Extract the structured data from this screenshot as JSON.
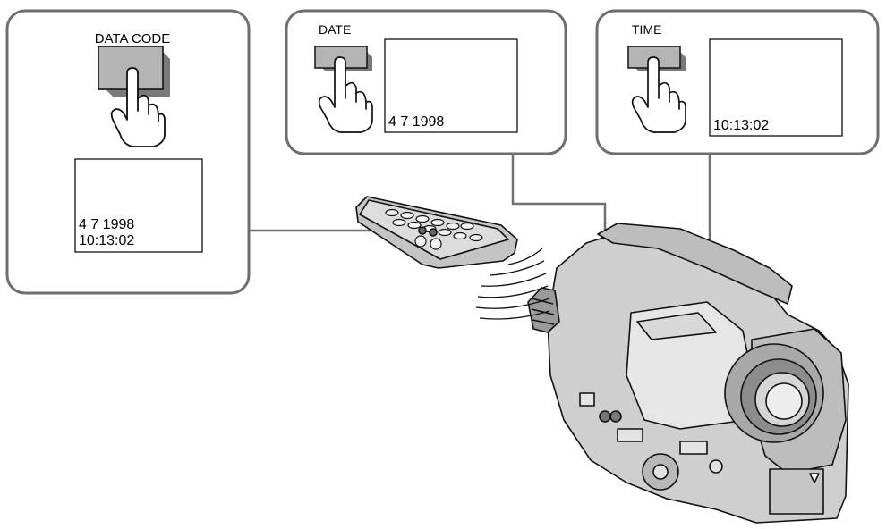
{
  "panels": {
    "data_code": {
      "button_label": "DATA CODE",
      "screen_line1": "4 7 1998",
      "screen_line2": "10:13:02"
    },
    "date": {
      "button_label": "DATE",
      "screen_text": "4 7 1998"
    },
    "time": {
      "button_label": "TIME",
      "screen_text": "10:13:02"
    }
  },
  "icons": {
    "pointing_hand": "hand-pressing-icon",
    "remote": "remote-commander-icon",
    "camcorder": "camcorder-icon"
  },
  "colors": {
    "panel_border": "#6e6e6e",
    "button_fill": "#b4b4b4",
    "camera_fill": "#cfcfcf",
    "line": "#555555"
  }
}
